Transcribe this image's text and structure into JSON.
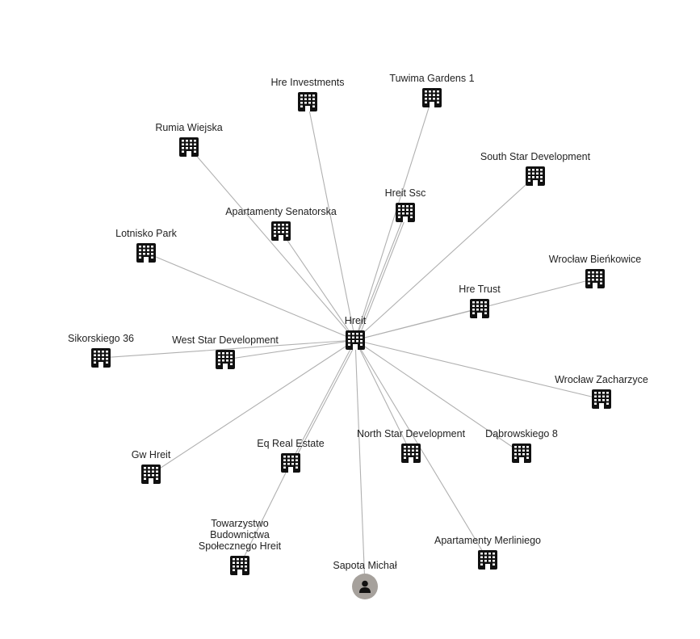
{
  "graph": {
    "nodes": [
      {
        "id": "hreit",
        "label": [
          "Hreit"
        ],
        "type": "company"
      },
      {
        "id": "hre-investments",
        "label": [
          "Hre Investments"
        ],
        "type": "company"
      },
      {
        "id": "tuwima",
        "label": [
          "Tuwima Gardens 1"
        ],
        "type": "company"
      },
      {
        "id": "rumia",
        "label": [
          "Rumia Wiejska"
        ],
        "type": "company"
      },
      {
        "id": "south-star",
        "label": [
          "South Star Development"
        ],
        "type": "company"
      },
      {
        "id": "hreit-ssc",
        "label": [
          "Hreit Ssc"
        ],
        "type": "company"
      },
      {
        "id": "senatorska",
        "label": [
          "Apartamenty Senatorska"
        ],
        "type": "company"
      },
      {
        "id": "lotnisko",
        "label": [
          "Lotnisko Park"
        ],
        "type": "company"
      },
      {
        "id": "bienkowice",
        "label": [
          "Wrocław Bieńkowice"
        ],
        "type": "company"
      },
      {
        "id": "hre-trust",
        "label": [
          "Hre Trust"
        ],
        "type": "company"
      },
      {
        "id": "sikorskiego",
        "label": [
          "Sikorskiego 36"
        ],
        "type": "company"
      },
      {
        "id": "west-star",
        "label": [
          "West Star Development"
        ],
        "type": "company"
      },
      {
        "id": "zacharzyce",
        "label": [
          "Wrocław Zacharzyce"
        ],
        "type": "company"
      },
      {
        "id": "gw-hreit",
        "label": [
          "Gw Hreit"
        ],
        "type": "company"
      },
      {
        "id": "eq",
        "label": [
          "Eq Real Estate"
        ],
        "type": "company"
      },
      {
        "id": "north-star",
        "label": [
          "North Star Development"
        ],
        "type": "company"
      },
      {
        "id": "dabrowskiego",
        "label": [
          "Dąbrowskiego 8"
        ],
        "type": "company"
      },
      {
        "id": "merliniego",
        "label": [
          "Apartamenty Merliniego"
        ],
        "type": "company"
      },
      {
        "id": "tbs",
        "label": [
          "Towarzystwo",
          "Budownictwa",
          "Społecznego Hreit"
        ],
        "type": "company"
      },
      {
        "id": "sapota",
        "label": [
          "Sapota Michał"
        ],
        "type": "person"
      }
    ],
    "edges": [
      [
        "hreit",
        "hre-investments"
      ],
      [
        "hreit",
        "tuwima"
      ],
      [
        "hreit",
        "rumia"
      ],
      [
        "hreit",
        "south-star"
      ],
      [
        "hreit",
        "hreit-ssc"
      ],
      [
        "hreit",
        "hreit-ssc"
      ],
      [
        "hreit",
        "senatorska"
      ],
      [
        "hreit",
        "lotnisko"
      ],
      [
        "hreit",
        "bienkowice"
      ],
      [
        "hreit",
        "hre-trust"
      ],
      [
        "hreit",
        "sikorskiego"
      ],
      [
        "hreit",
        "west-star"
      ],
      [
        "hreit",
        "zacharzyce"
      ],
      [
        "hreit",
        "gw-hreit"
      ],
      [
        "hreit",
        "eq"
      ],
      [
        "hreit",
        "eq"
      ],
      [
        "hreit",
        "north-star"
      ],
      [
        "hreit",
        "dabrowskiego"
      ],
      [
        "hreit",
        "merliniego"
      ],
      [
        "eq",
        "tbs"
      ],
      [
        "hreit",
        "sapota"
      ]
    ],
    "colors": {
      "edge": "#b0b0b0",
      "icon": "#111111",
      "person": "#a6a19c"
    }
  }
}
